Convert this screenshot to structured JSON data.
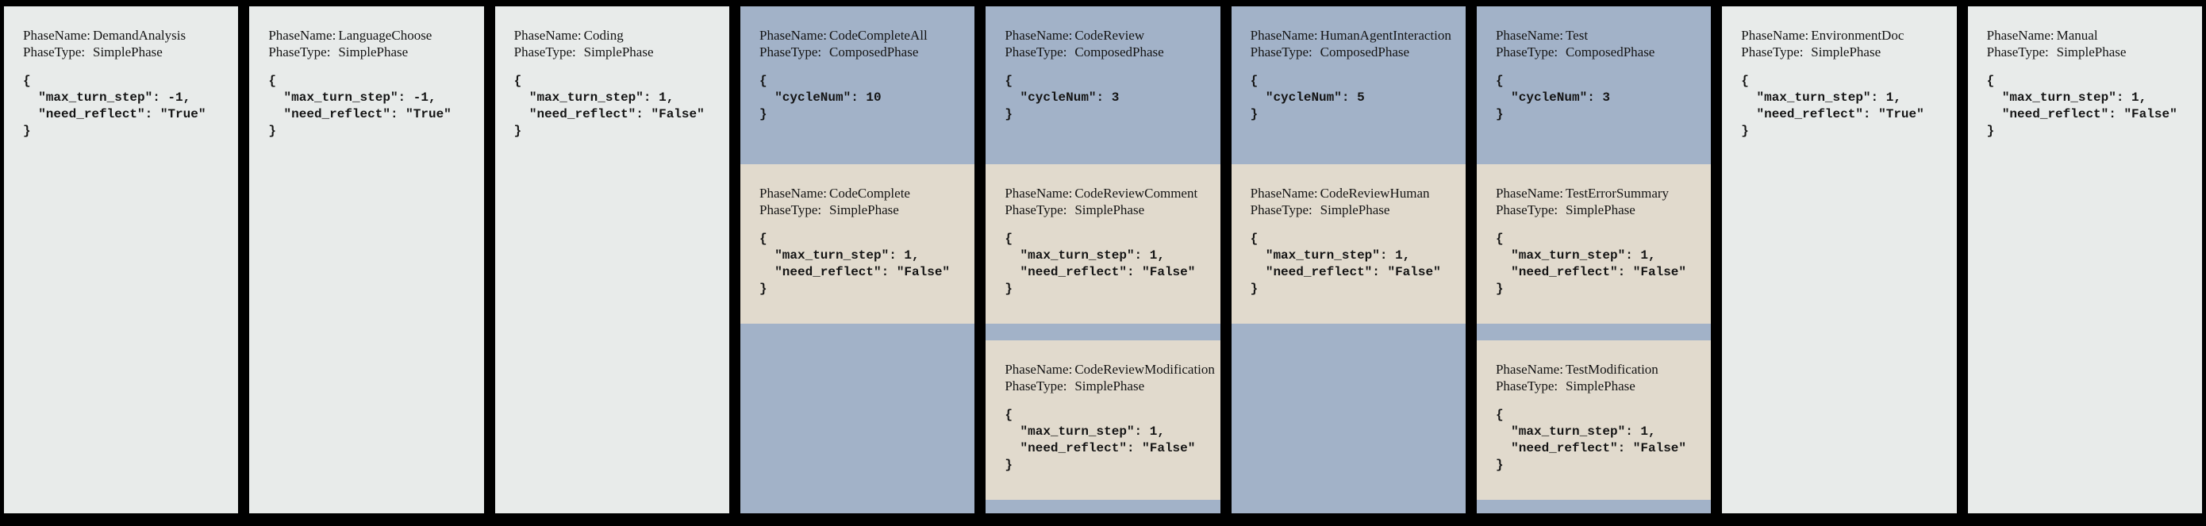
{
  "labels": {
    "phase_name": "PhaseName:",
    "phase_type": "PhaseType:"
  },
  "colors": {
    "background": "#000000",
    "simple_panel": "#e8ebea",
    "composed_panel": "#a2b2c8",
    "subphase_panel": "#e1dacd",
    "text": "#141414"
  },
  "columns": [
    {
      "kind": "simple",
      "phase": {
        "name": "DemandAnalysis",
        "type": "SimplePhase",
        "config_text": "{\n  \"max_turn_step\": -1,\n  \"need_reflect\": \"True\"\n}"
      }
    },
    {
      "kind": "simple",
      "phase": {
        "name": "LanguageChoose",
        "type": "SimplePhase",
        "config_text": "{\n  \"max_turn_step\": -1,\n  \"need_reflect\": \"True\"\n}"
      }
    },
    {
      "kind": "simple",
      "phase": {
        "name": "Coding",
        "type": "SimplePhase",
        "config_text": "{\n  \"max_turn_step\": 1,\n  \"need_reflect\": \"False\"\n}"
      }
    },
    {
      "kind": "composed",
      "header": {
        "name": "CodeCompleteAll",
        "type": "ComposedPhase",
        "config_text": "{\n  \"cycleNum\": 10\n}"
      },
      "subphases": [
        {
          "name": "CodeComplete",
          "type": "SimplePhase",
          "config_text": "{\n  \"max_turn_step\": 1,\n  \"need_reflect\": \"False\"\n}"
        }
      ]
    },
    {
      "kind": "composed",
      "header": {
        "name": "CodeReview",
        "type": "ComposedPhase",
        "config_text": "{\n  \"cycleNum\": 3\n}"
      },
      "subphases": [
        {
          "name": "CodeReviewComment",
          "type": "SimplePhase",
          "config_text": "{\n  \"max_turn_step\": 1,\n  \"need_reflect\": \"False\"\n}"
        },
        {
          "name": "CodeReviewModification",
          "type": "SimplePhase",
          "config_text": "{\n  \"max_turn_step\": 1,\n  \"need_reflect\": \"False\"\n}"
        }
      ]
    },
    {
      "kind": "composed",
      "header": {
        "name": "HumanAgentInteraction",
        "type": "ComposedPhase",
        "config_text": "{\n  \"cycleNum\": 5\n}"
      },
      "subphases": [
        {
          "name": "CodeReviewHuman",
          "type": "SimplePhase",
          "config_text": "{\n  \"max_turn_step\": 1,\n  \"need_reflect\": \"False\"\n}"
        }
      ]
    },
    {
      "kind": "composed",
      "header": {
        "name": "Test",
        "type": "ComposedPhase",
        "config_text": "{\n  \"cycleNum\": 3\n}"
      },
      "subphases": [
        {
          "name": "TestErrorSummary",
          "type": "SimplePhase",
          "config_text": "{\n  \"max_turn_step\": 1,\n  \"need_reflect\": \"False\"\n}"
        },
        {
          "name": "TestModification",
          "type": "SimplePhase",
          "config_text": "{\n  \"max_turn_step\": 1,\n  \"need_reflect\": \"False\"\n}"
        }
      ]
    },
    {
      "kind": "simple",
      "phase": {
        "name": "EnvironmentDoc",
        "type": "SimplePhase",
        "config_text": "{\n  \"max_turn_step\": 1,\n  \"need_reflect\": \"True\"\n}"
      }
    },
    {
      "kind": "simple",
      "phase": {
        "name": "Manual",
        "type": "SimplePhase",
        "config_text": "{\n  \"max_turn_step\": 1,\n  \"need_reflect\": \"False\"\n}"
      }
    }
  ]
}
